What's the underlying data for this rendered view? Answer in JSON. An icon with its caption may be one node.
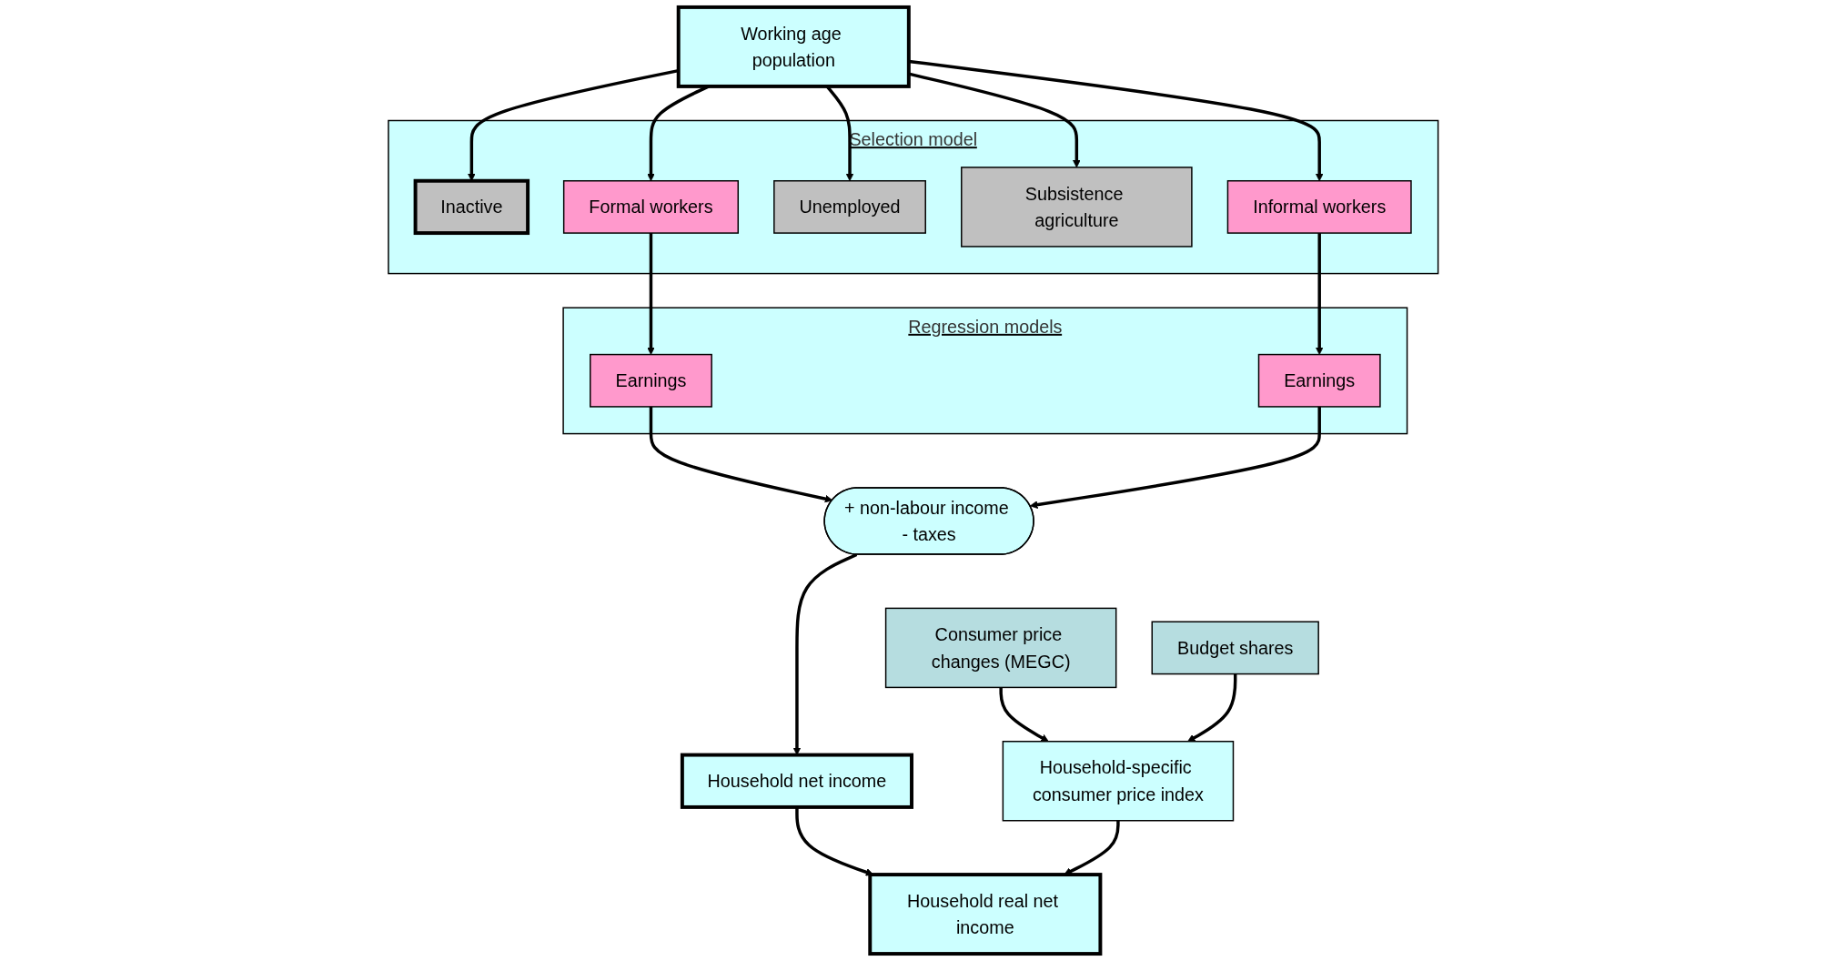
{
  "diagram": {
    "nodes": [
      {
        "text": [
          "Working age population"
        ]
      },
      {
        "text": [
          "Selection model"
        ]
      },
      {
        "text": [
          "Inactive"
        ],
        "in": 1
      },
      {
        "text": [
          "Formal workers"
        ],
        "in": 1
      },
      {
        "text": [
          "Unemployed"
        ],
        "in": 1
      },
      {
        "text": [
          "Subsistence agriculture"
        ],
        "in": 1
      },
      {
        "text": [
          "Informal workers"
        ],
        "in": 1
      },
      {
        "text": [
          "Regression models"
        ]
      },
      {
        "text": [
          "Earnings"
        ],
        "in": 7
      },
      {
        "text": [
          "Earnings"
        ],
        "in": 7
      },
      {
        "text": [
          "+ non-labour income - taxes"
        ]
      },
      {
        "text": [
          "Consumer price changes (MEGC)"
        ]
      },
      {
        "text": [
          "Budget shares"
        ]
      },
      {
        "text": [
          "Household net income"
        ]
      },
      {
        "text": [
          "Household real net income"
        ]
      },
      {
        "text": [
          "Household-specific consumer price index"
        ]
      }
    ],
    "edges": [
      {
        "from": 0,
        "to": 2,
        "arrow": "to"
      },
      {
        "from": 0,
        "to": 3,
        "arrow": "to"
      },
      {
        "from": 0,
        "to": 4,
        "arrow": "to"
      },
      {
        "from": 0,
        "to": 5,
        "arrow": "to"
      },
      {
        "from": 0,
        "to": 6,
        "arrow": "to"
      },
      {
        "from": 3,
        "to": 8,
        "arrow": "to"
      },
      {
        "from": 6,
        "to": 9,
        "arrow": "to"
      },
      {
        "from": 8,
        "to": 10,
        "arrow": "to"
      },
      {
        "from": 9,
        "to": 10,
        "arrow": "to"
      },
      {
        "from": 10,
        "to": 13,
        "arrow": "to"
      },
      {
        "from": 13,
        "to": 14,
        "arrow": "to"
      },
      {
        "from": 11,
        "to": 15,
        "arrow": "to"
      },
      {
        "from": 12,
        "to": 15,
        "arrow": "to"
      },
      {
        "from": 15,
        "to": 14,
        "arrow": "to"
      }
    ]
  }
}
